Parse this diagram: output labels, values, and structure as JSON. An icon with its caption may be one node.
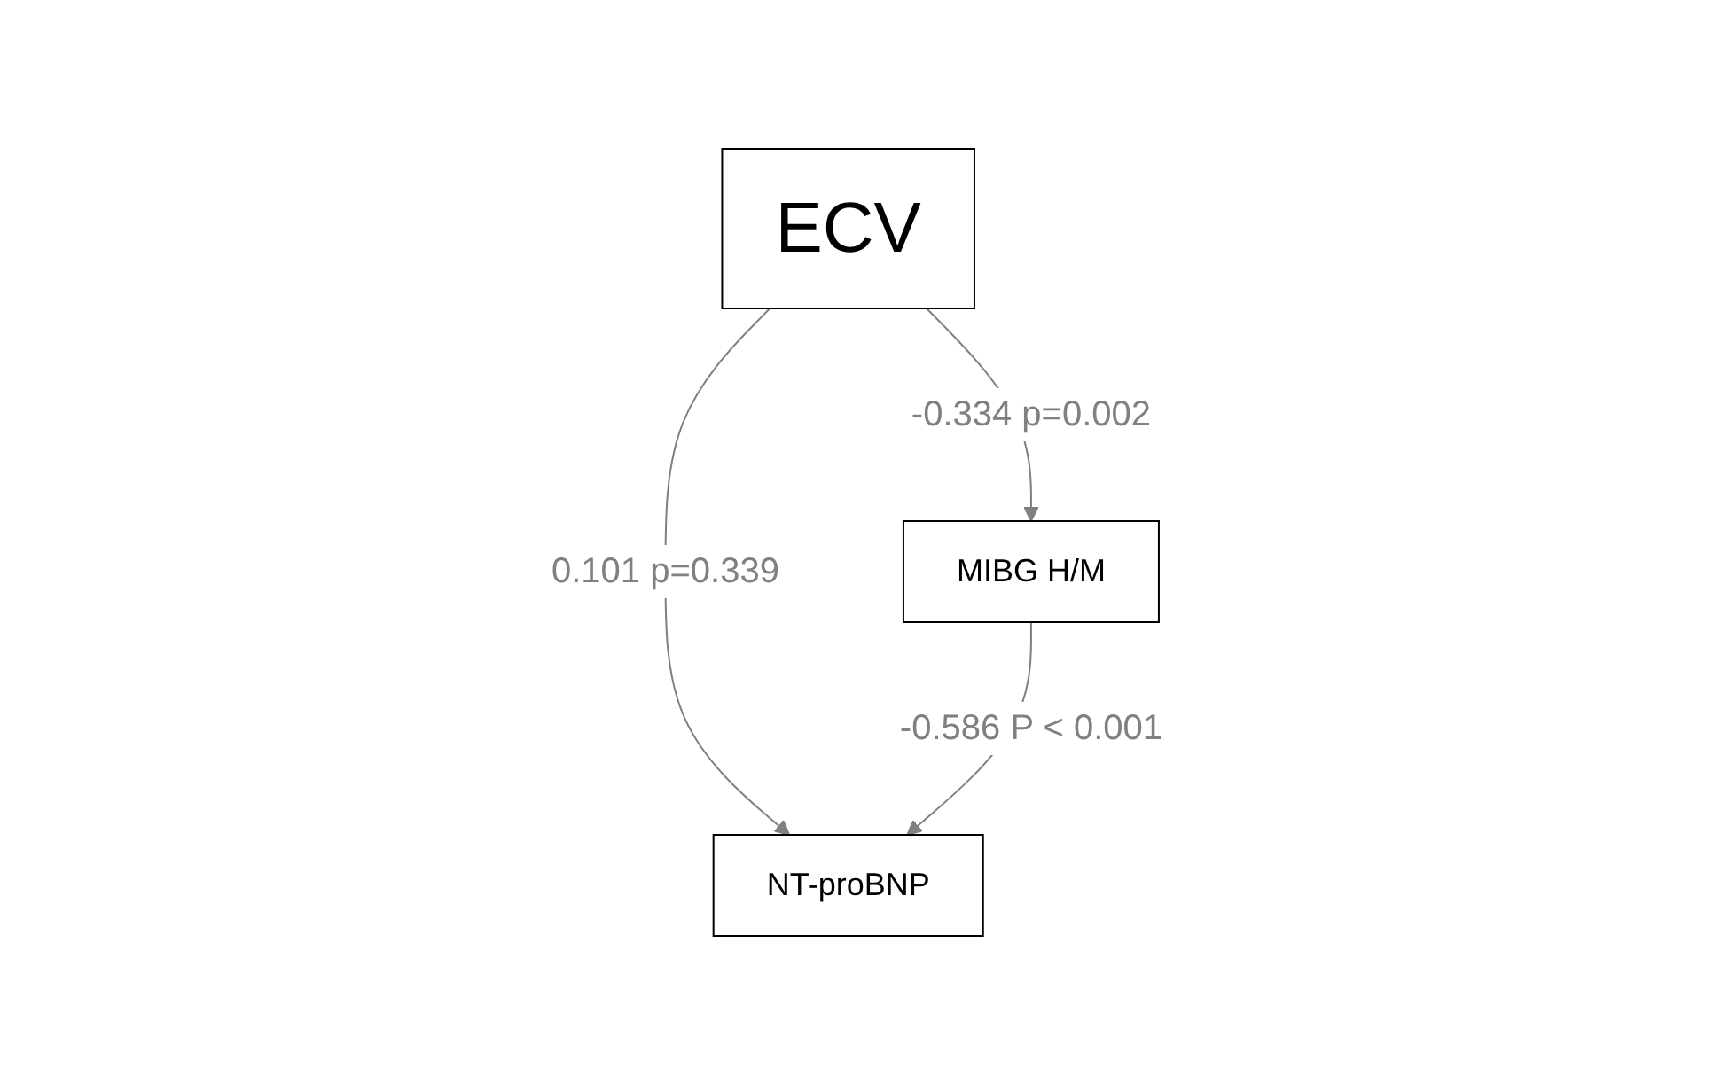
{
  "diagram": {
    "nodes": [
      {
        "text": [
          "ECV"
        ]
      },
      {
        "text": [
          "MIBG H/M"
        ]
      },
      {
        "text": [
          "NT-proBNP"
        ]
      }
    ],
    "edges": [
      {
        "from": 0,
        "to": 1,
        "arrow": "to",
        "label": "-0.334 p=0.002"
      },
      {
        "from": 0,
        "to": 2,
        "arrow": "to",
        "label": "0.101 p=0.339"
      },
      {
        "from": 1,
        "to": 2,
        "arrow": "to",
        "label": "-0.586 P < 0.001"
      }
    ]
  }
}
